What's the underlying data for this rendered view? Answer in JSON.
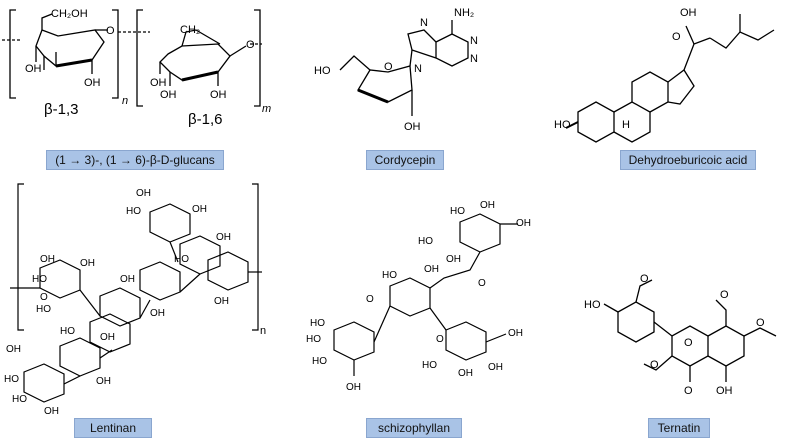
{
  "labels": {
    "glucans": "(1 → 3)-, (1 → 6)-β-D-glucans",
    "cordycepin": "Cordycepin",
    "dehydro": "Dehydroeburicoic acid",
    "lentinan": "Lentinan",
    "schizophyllan": "schizophyllan",
    "ternatin": "Ternatin"
  },
  "glucan_struct": {
    "ch2oh": "CH₂OH",
    "ch2": "CH₂",
    "o": "O",
    "oh": "OH",
    "beta13": "β-1,3",
    "beta16": "β-1,6",
    "n": "n",
    "m": "m"
  },
  "cordycepin_struct": {
    "nh2": "NH₂",
    "n": "N",
    "ho": "HO",
    "o": "O",
    "oh": "OH"
  },
  "dehydro_struct": {
    "oh": "OH",
    "o": "O",
    "ho": "HO",
    "h": "H"
  },
  "lentinan_struct": {
    "oh": "OH",
    "ho": "HO",
    "o": "O",
    "n": "n"
  },
  "schizo_struct": {
    "oh": "OH",
    "ho": "HO",
    "o": "O"
  },
  "ternatin_struct": {
    "ho": "HO",
    "o": "O",
    "oh": "OH"
  },
  "colors": {
    "label_fill": "#a9c3e6",
    "label_border": "#8aa6cf",
    "stroke": "#000000"
  }
}
